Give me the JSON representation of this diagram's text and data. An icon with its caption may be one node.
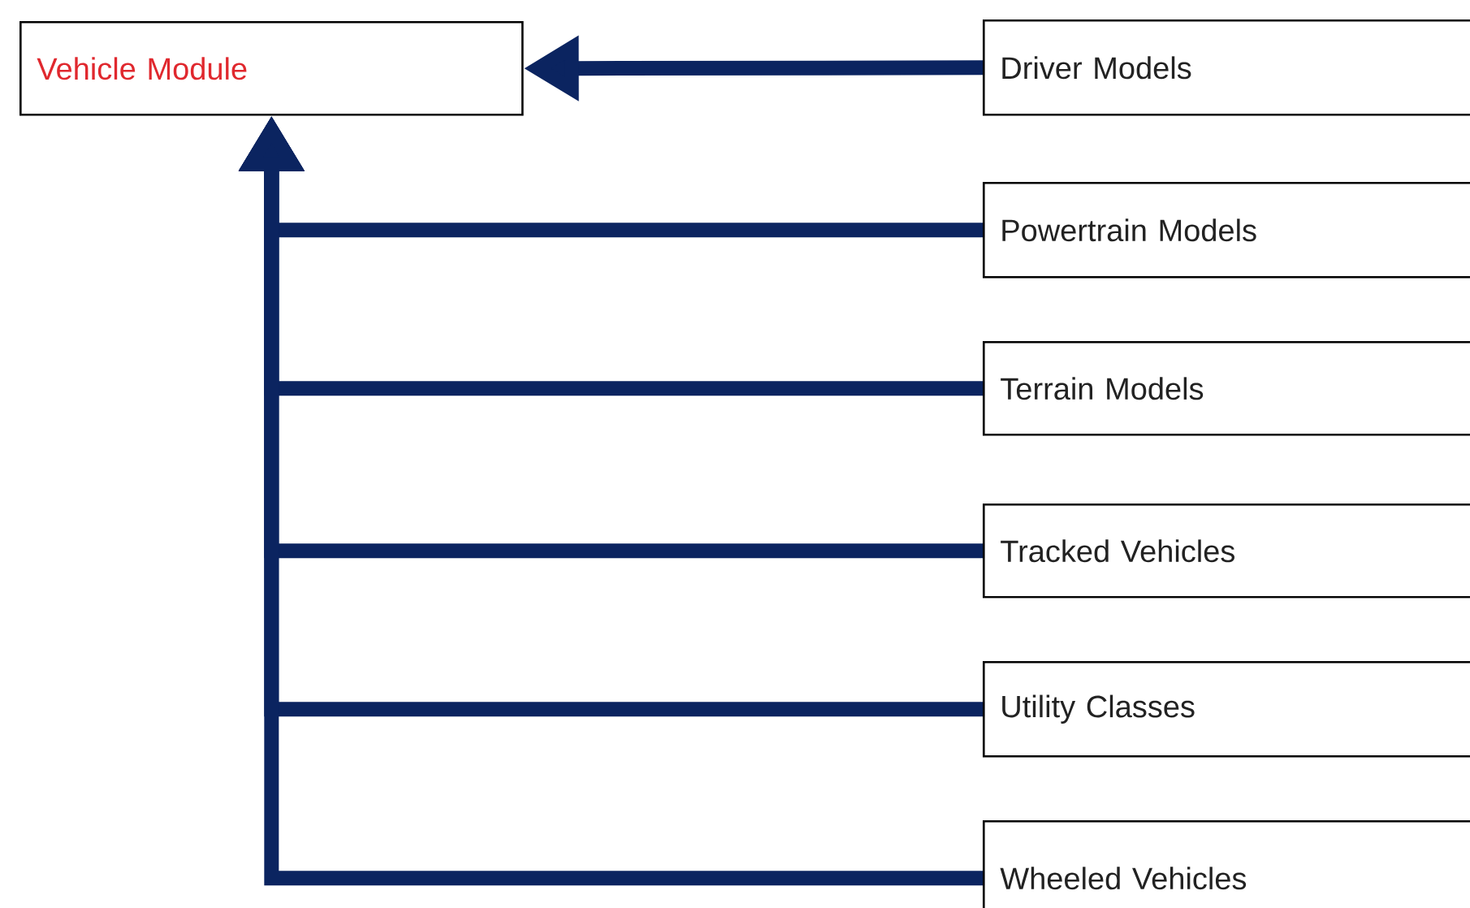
{
  "diagram": {
    "nodes": [
      {
        "text": [
          "Vehicle Module"
        ]
      },
      {
        "text": [
          "Driver Models"
        ]
      },
      {
        "text": [
          "Powertrain Models"
        ]
      },
      {
        "text": [
          "Terrain Models"
        ]
      },
      {
        "text": [
          "Tracked Vehicles"
        ]
      },
      {
        "text": [
          "Utility Classes"
        ]
      },
      {
        "text": [
          "Wheeled Vehicles"
        ]
      }
    ],
    "edges": [
      {
        "from": 1,
        "to": 0,
        "arrow": "to"
      },
      {
        "from": 2,
        "to": 0,
        "arrow": "to"
      },
      {
        "from": 3,
        "to": 0,
        "arrow": "to"
      },
      {
        "from": 4,
        "to": 0,
        "arrow": "to"
      },
      {
        "from": 5,
        "to": 0,
        "arrow": "to"
      },
      {
        "from": 6,
        "to": 0,
        "arrow": "to"
      }
    ]
  }
}
